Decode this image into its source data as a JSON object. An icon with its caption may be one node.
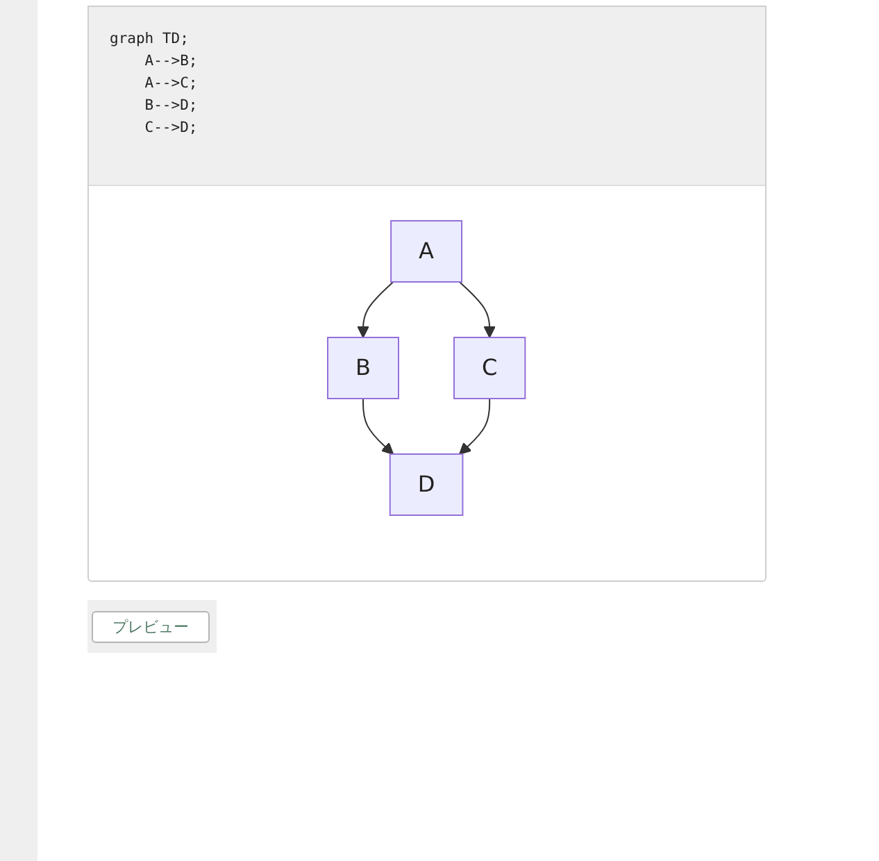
{
  "diagram": {
    "nodes": [
      {
        "text": [
          "A"
        ]
      },
      {
        "text": [
          "B"
        ]
      },
      {
        "text": [
          "C"
        ]
      },
      {
        "text": [
          "D"
        ]
      }
    ],
    "edges": [
      {
        "from": 0,
        "to": 1,
        "arrow": "to"
      },
      {
        "from": 0,
        "to": 2,
        "arrow": "to"
      },
      {
        "from": 1,
        "to": 3,
        "arrow": "to"
      },
      {
        "from": 2,
        "to": 3,
        "arrow": "to"
      }
    ],
    "labels": [
      "graph TD;",
      "A-->B;",
      "A-->C;",
      "B-->D;",
      "C-->D;",
      "プレビュー"
    ]
  }
}
